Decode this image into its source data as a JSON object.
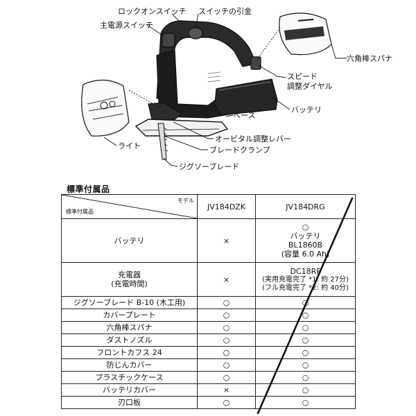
{
  "diagram": {
    "labels": {
      "lock_on_switch": "ロックオンスイッチ",
      "switch_trigger": "スイッチの引金",
      "main_power_switch": "主電源スイッチ",
      "hex_wrench": "六角棒スパナ",
      "speed_dial_line1": "スピード",
      "speed_dial_line2": "調整ダイヤル",
      "battery": "バッテリ",
      "base": "ベース",
      "light": "ライト",
      "orbital_lever": "オービタル調整レバー",
      "blade_clamp": "ブレードクランプ",
      "jigsaw_blade": "ジグソーブレード"
    }
  },
  "section_title": "標準付属品",
  "table": {
    "corner_model_label": "モデル",
    "corner_accessory_label": "標準付属品",
    "models": [
      "JV184DZK",
      "JV184DRG"
    ],
    "rows": [
      {
        "name": "バッテリ",
        "dzk": "×",
        "drg_lines": [
          "○",
          "バッテリ",
          "BL1860B",
          "(容量 6.0 Ah)"
        ]
      },
      {
        "name_lines": [
          "充電器",
          "(充電時間)"
        ],
        "dzk": "×",
        "drg_lines": [
          "DC18RF",
          "(実用充電完了 *1: 約 27分)",
          "(フル充電完了 *2: 約 40分)"
        ]
      },
      {
        "name": "ジグソーブレード B-10 (木工用)",
        "dzk": "○",
        "drg": "○"
      },
      {
        "name": "カバープレート",
        "dzk": "○",
        "drg": "○"
      },
      {
        "name": "六角棒スパナ",
        "dzk": "○",
        "drg": "○"
      },
      {
        "name": "ダストノズル",
        "dzk": "○",
        "drg": "○"
      },
      {
        "name": "フロントカフス 24",
        "dzk": "○",
        "drg": "○"
      },
      {
        "name": "防じんカバー",
        "dzk": "○",
        "drg": "○"
      },
      {
        "name": "プラスチックケース",
        "dzk": "○",
        "drg": "○"
      },
      {
        "name": "バッテリカバー",
        "dzk": "×",
        "drg": "○"
      },
      {
        "name": "刃口板",
        "dzk": "○",
        "drg": "○"
      }
    ]
  }
}
